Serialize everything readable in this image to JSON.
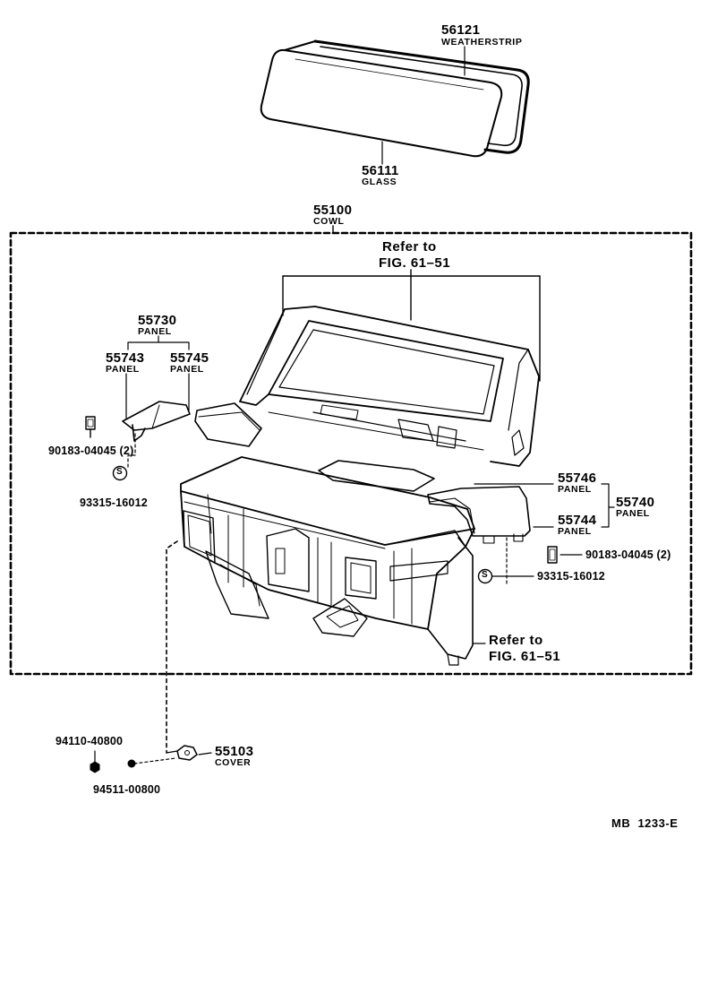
{
  "parts": {
    "weatherstrip": {
      "number": "56121",
      "name": "WEATHERSTRIP"
    },
    "glass": {
      "number": "56111",
      "name": "GLASS"
    },
    "cowl": {
      "number": "55100",
      "name": "COWL"
    },
    "panel_55730": {
      "number": "55730",
      "name": "PANEL"
    },
    "panel_55743": {
      "number": "55743",
      "name": "PANEL"
    },
    "panel_55745": {
      "number": "55745",
      "name": "PANEL"
    },
    "panel_55746": {
      "number": "55746",
      "name": "PANEL"
    },
    "panel_55740": {
      "number": "55740",
      "name": "PANEL"
    },
    "panel_55744": {
      "number": "55744",
      "name": "PANEL"
    },
    "cover": {
      "number": "55103",
      "name": "COVER"
    }
  },
  "part_numbers": {
    "clip_left": "90183-04045 (2)",
    "screw_left": "93315-16012",
    "clip_right": "90183-04045 (2)",
    "screw_right": "93315-16012",
    "nut": "94110-40800",
    "washer": "94511-00800"
  },
  "references": {
    "top": {
      "line1": "Refer to",
      "line2": "FIG. 61–51"
    },
    "bottom": {
      "line1": "Refer to",
      "line2": "FIG. 61–51"
    }
  },
  "screw_symbol": "S",
  "diagram_code": "MB  1233-E"
}
